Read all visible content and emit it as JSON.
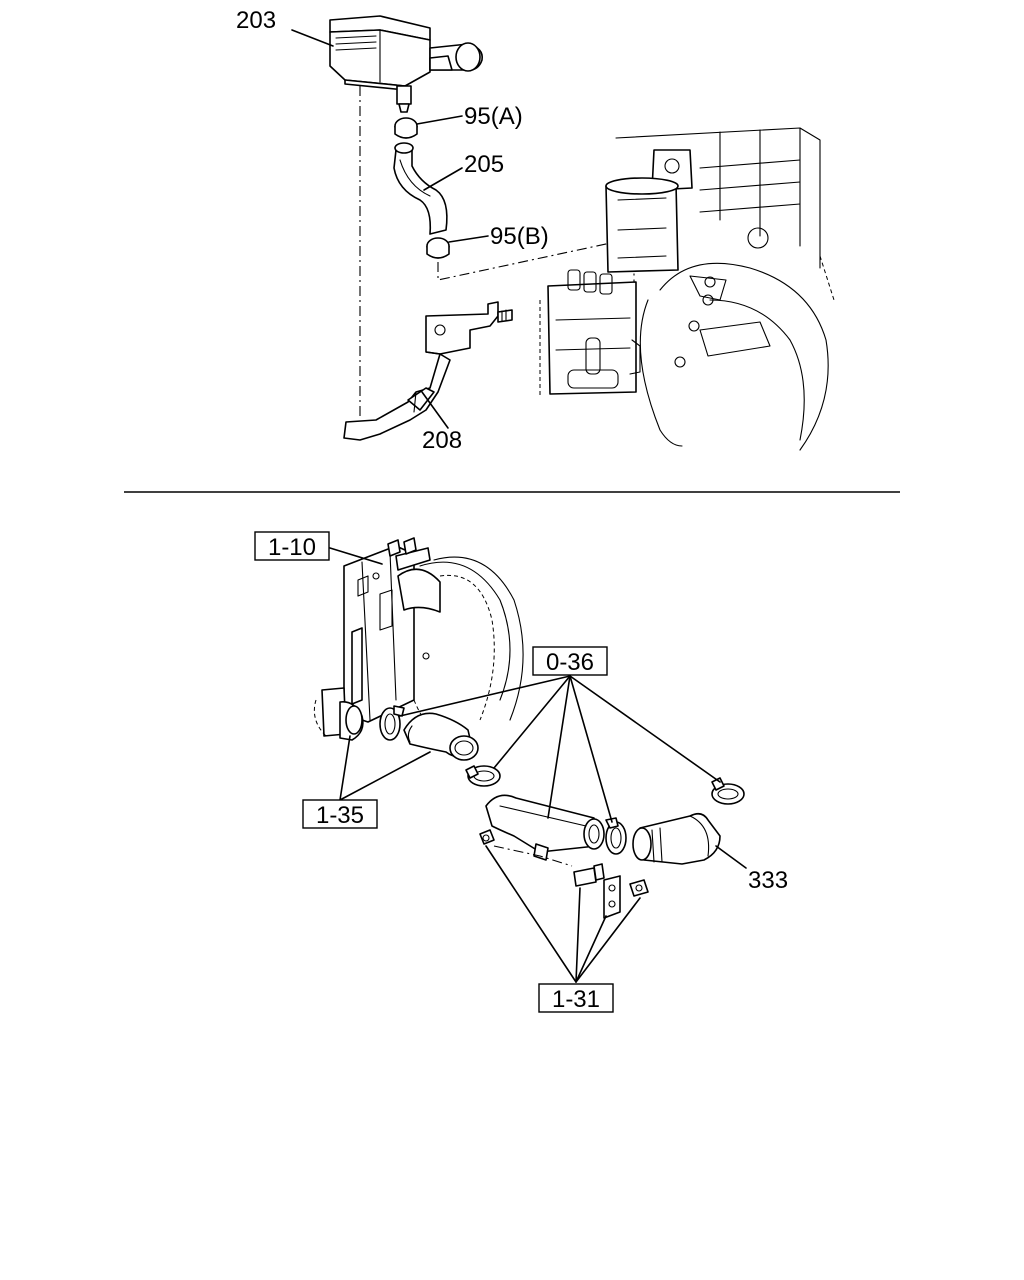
{
  "top_callouts": {
    "part_203": "203",
    "part_95a": "95(A)",
    "part_205": "205",
    "part_95b": "95(B)",
    "part_208": "208"
  },
  "bottom_callouts": {
    "ref_1_10": "1-10",
    "ref_0_36": "0-36",
    "ref_1_35": "1-35",
    "part_333": "333",
    "ref_1_31": "1-31"
  }
}
